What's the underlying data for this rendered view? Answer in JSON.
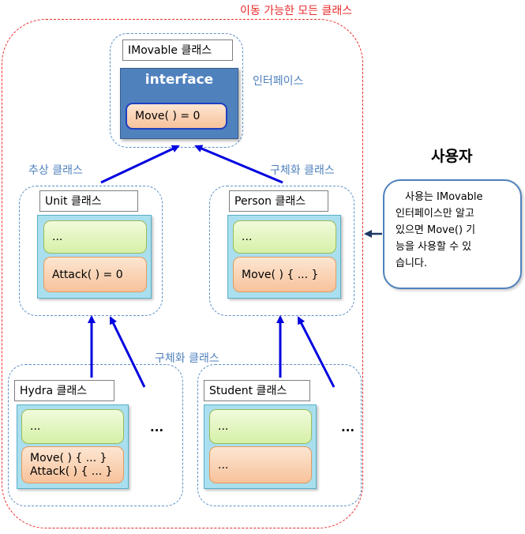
{
  "title": "이동 가능한 모든 클래스",
  "imovable": {
    "label": "IMovable 클래스",
    "interface_title": "interface",
    "method": "Move( ) = 0",
    "side_label": "인터페이스"
  },
  "abstract_label": "추상 클래스",
  "concrete_label_top": "구체화 클래스",
  "concrete_label_bottom": "구체화 클래스",
  "unit": {
    "label": "Unit 클래스",
    "field": "...",
    "method": "Attack( ) = 0"
  },
  "person": {
    "label": "Person 클래스",
    "field": "...",
    "method": "Move( ) { ... }"
  },
  "hydra": {
    "label": "Hydra 클래스",
    "field": "...",
    "method_lines": [
      "Move( ) { ... }",
      "Attack( ) { ... }"
    ]
  },
  "student": {
    "label": "Student 클래스",
    "field": "...",
    "method": "..."
  },
  "more_dots": "...",
  "user": {
    "title": "사용자",
    "lines": [
      "사용는 IMovable",
      "인터페이스만 알고",
      "있으면 Move() 기",
      "능을 사용할 수 있",
      "습니다."
    ]
  },
  "colors": {
    "outer_border": "#e8292a",
    "group_border": "#5f8fc4",
    "interface_fill": "#4f81bd",
    "class_fill": "#a9dfee",
    "field_fill": "#d6f0a7",
    "method_fill": "#f7c29b",
    "arrow": "#0000e0"
  }
}
